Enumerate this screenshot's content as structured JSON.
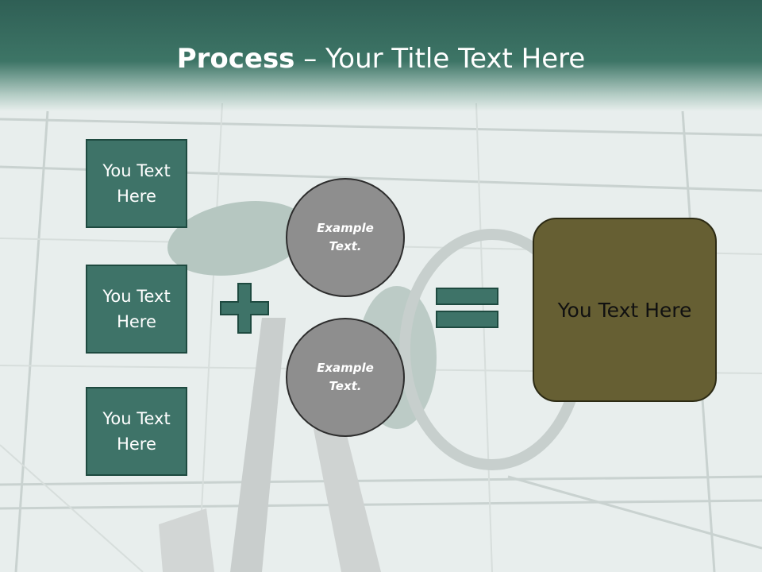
{
  "slide": {
    "title_bold": "Process",
    "title_rest": " – Your Title Text Here"
  },
  "boxes": [
    "You Text Here",
    "You Text Here",
    "You Text Here"
  ],
  "circles": [
    "Example Text.",
    "Example Text."
  ],
  "result": "You Text Here",
  "colors": {
    "header": "#3d7566",
    "box_fill": "#3e7368",
    "circle_fill": "#8e8e8e",
    "result_fill": "#665f33"
  },
  "icons": [
    "plus-icon",
    "equals-icon"
  ]
}
